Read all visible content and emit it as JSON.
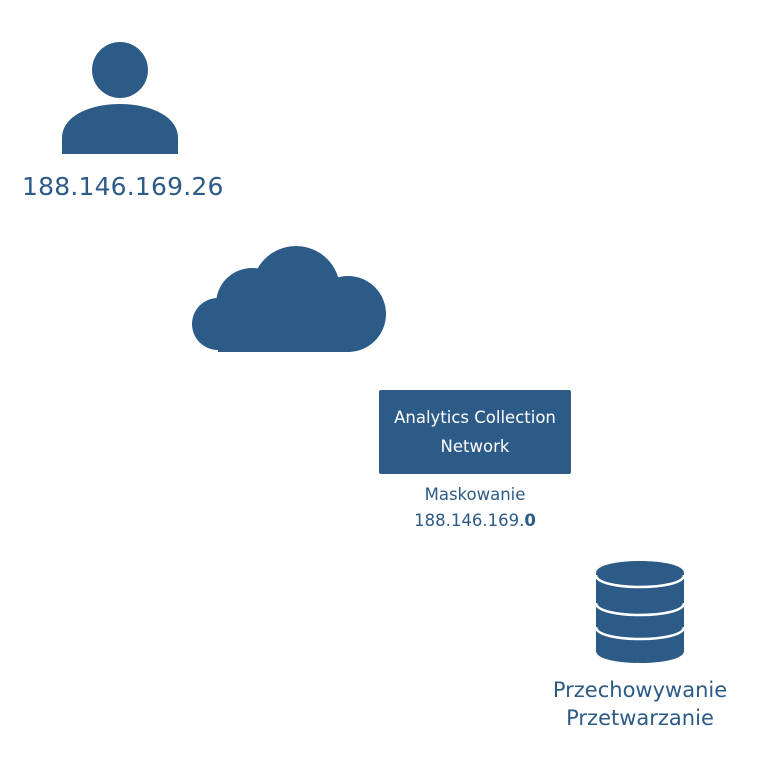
{
  "colors": {
    "primary": "#2c5b87",
    "background": "#ffffff",
    "box_text": "#ffffff"
  },
  "user": {
    "icon": "user-icon",
    "ip_address": "188.146.169.26"
  },
  "cloud": {
    "icon": "cloud-icon"
  },
  "collector": {
    "title_line1": "Analytics Collection",
    "title_line2": "Network",
    "masking_label": "Maskowanie",
    "masked_ip_prefix": "188.146.169.",
    "masked_ip_suffix": "0"
  },
  "storage": {
    "icon": "database-icon",
    "label_line1": "Przechowywanie",
    "label_line2": "Przetwarzanie"
  }
}
